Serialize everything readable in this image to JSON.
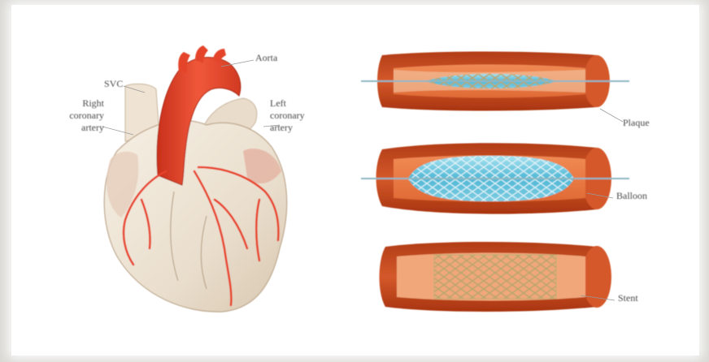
{
  "heart_labels": {
    "aorta": "Aorta",
    "svc": "SVC",
    "right_coronary_artery": "Right\ncoronary\nartery",
    "left_coronary_artery": "Left\ncoronary\nartery"
  },
  "stent_labels": {
    "plaque": "Plaque",
    "balloon": "Balloon",
    "stent": "Stent"
  },
  "colors": {
    "artery_wall": "#c84a1f",
    "artery_inner": "#e8733f",
    "heart_muscle": "#efe6d8",
    "vessel_red": "#e8432c",
    "balloon_blue": "#6cc6df",
    "stent_mesh": "#b5a26a"
  }
}
